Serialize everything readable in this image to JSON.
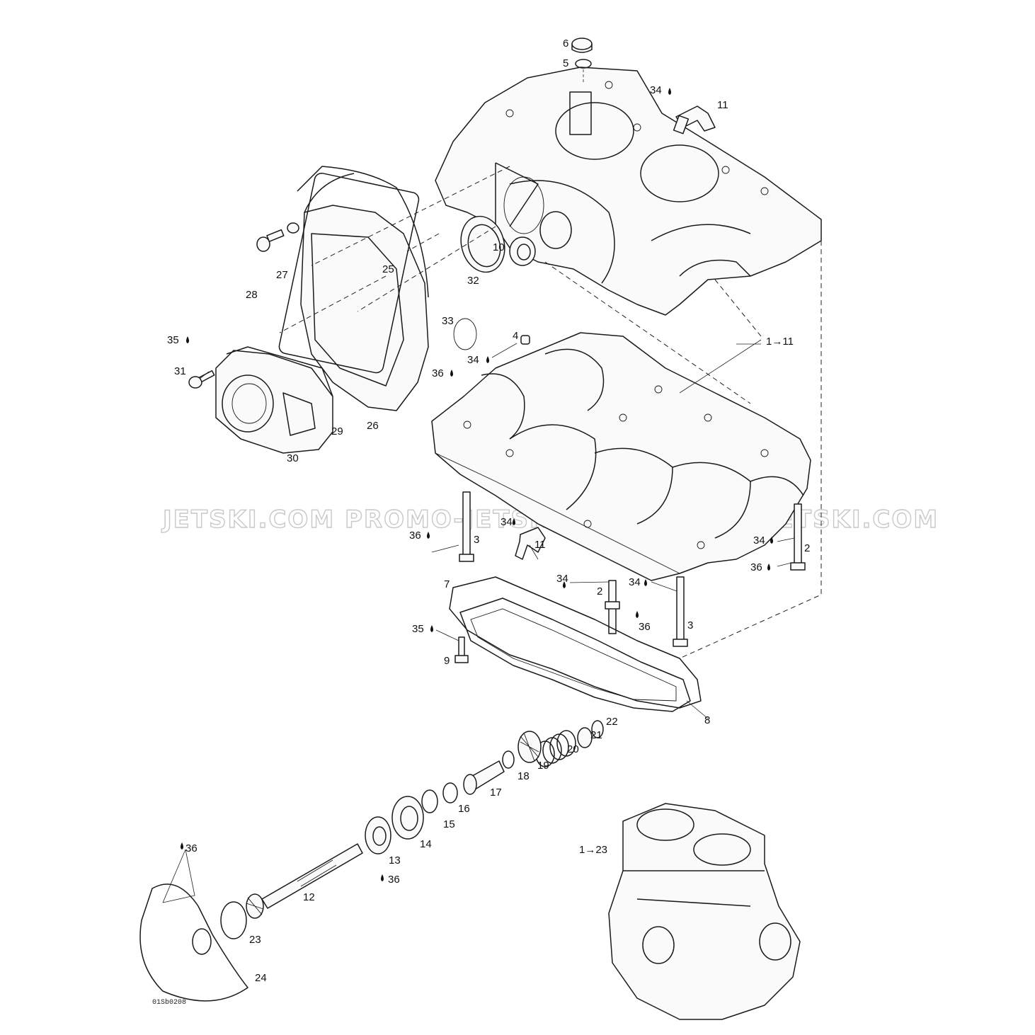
{
  "diagram": {
    "watermark": "JETSKI.COM  PROMO-JETSKI.COM  PROMO-JETSKI.COM",
    "code": "01Sb0208",
    "labels": {
      "l1": "1→11",
      "l1b": "1→23",
      "l2a": "2",
      "l2b": "2",
      "l3a": "3",
      "l3b": "3",
      "l4": "4",
      "l5": "5",
      "l6": "6",
      "l7": "7",
      "l8": "8",
      "l9": "9",
      "l10": "10",
      "l11a": "11",
      "l11b": "11",
      "l12": "12",
      "l13": "13",
      "l14": "14",
      "l15": "15",
      "l16": "16",
      "l17": "17",
      "l18": "18",
      "l19": "19",
      "l20": "20",
      "l21": "21",
      "l22": "22",
      "l23": "23",
      "l24": "24",
      "l25": "25",
      "l26": "26",
      "l27": "27",
      "l28": "28",
      "l29": "29",
      "l30": "30",
      "l31": "31",
      "l32": "32",
      "l33": "33",
      "l34a": "34",
      "l34b": "34",
      "l34c": "34",
      "l34d": "34",
      "l34e": "34",
      "l34f": "34",
      "l35a": "35",
      "l35b": "35",
      "l36a": "36",
      "l36b": "36",
      "l36c": "36",
      "l36d": "36",
      "l36e": "36",
      "l36f": "36"
    }
  }
}
